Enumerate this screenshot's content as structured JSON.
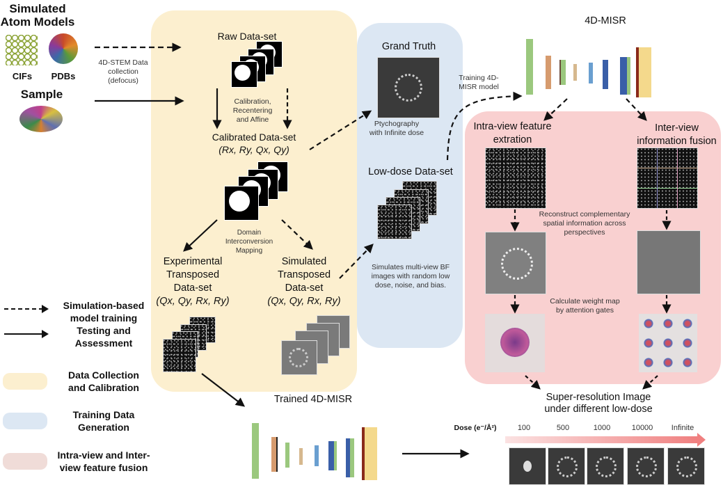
{
  "left": {
    "atom_models_title": "Simulated Atom Models",
    "atom_models_title_l1": "Simulated",
    "atom_models_title_l2": "Atom Models",
    "cifs_label": "CIFs",
    "pdbs_label": "PDBs",
    "sample_title": "Sample",
    "collection_label_l1": "4D-STEM Data",
    "collection_label_l2": "collection",
    "collection_label_l3": "(defocus)"
  },
  "data_collection": {
    "raw_title": "Raw Data-set",
    "calibration_l1": "Calibration,",
    "calibration_l2": "Recentering",
    "calibration_l3": "and Affine",
    "calibrated_title": "Calibrated Data-set",
    "calibrated_coords": "(Rx, Ry, Qx, Qy)",
    "mapping_l1": "Domain",
    "mapping_l2": "Interconversion",
    "mapping_l3": "Mapping",
    "experimental_l1": "Experimental",
    "experimental_l2": "Transposed",
    "experimental_l3": "Data-set",
    "experimental_coords": "(Qx, Qy, Rx, Ry)",
    "simulated_l1": "Simulated",
    "simulated_l2": "Transposed",
    "simulated_l3": "Data-set",
    "simulated_coords": "(Qx, Qy, Rx, Ry)"
  },
  "training_data": {
    "grand_truth_title": "Grand Truth",
    "ptychography_l1": "Ptychography",
    "ptychography_l2": "with Infinite dose",
    "lowdose_title": "Low-dose Data-set",
    "simulates_l1": "Simulates multi-view BF",
    "simulates_l2": "images with random low",
    "simulates_l3": "dose, noise, and bias.",
    "training_label_l1": "Training 4D-",
    "training_label_l2": "MISR model"
  },
  "model": {
    "title": "4D-MISR",
    "trained_title": "Trained 4D-MISR"
  },
  "fusion": {
    "intra_l1": "Intra-view feature",
    "intra_l2": "extration",
    "inter_l1": "Inter-view",
    "inter_l2": "information fusion",
    "reconstruct_l1": "Reconstruct complementary",
    "reconstruct_l2": "spatial information across",
    "reconstruct_l3": "perspectives",
    "weight_l1": "Calculate weight map",
    "weight_l2": "by attention gates",
    "output_l1": "Super-resolution Image",
    "output_l2": "under different low-dose"
  },
  "dose": {
    "label": "Dose (e⁻/Å²)",
    "levels": [
      "100",
      "500",
      "1000",
      "10000",
      "Infinite"
    ]
  },
  "legend": {
    "items": [
      {
        "label_l1": "Simulation-based",
        "label_l2": "model training",
        "style": "dashed-arrow"
      },
      {
        "label_l1": "Testing and",
        "label_l2": "Assessment",
        "style": "solid-arrow"
      },
      {
        "label_l1": "Data Collection",
        "label_l2": "and Calibration",
        "color": "#fcefcf"
      },
      {
        "label_l1": "Training Data",
        "label_l2": "Generation",
        "color": "#dce7f3"
      },
      {
        "label_l1": "Intra-view and Inter-",
        "label_l2": "view feature fusion",
        "color": "#f0dcd8"
      }
    ]
  }
}
